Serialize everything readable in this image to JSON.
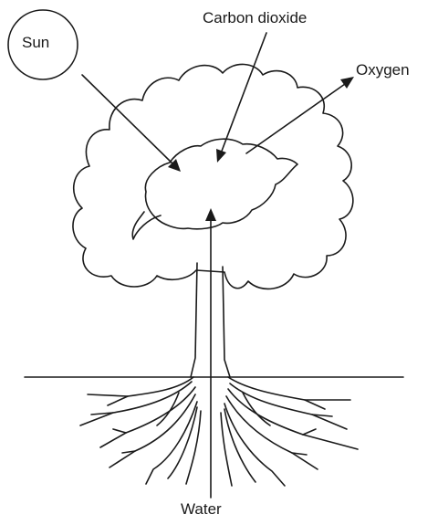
{
  "labels": {
    "sun": "Sun",
    "carbon_dioxide": "Carbon dioxide",
    "oxygen": "Oxygen",
    "water": "Water"
  }
}
